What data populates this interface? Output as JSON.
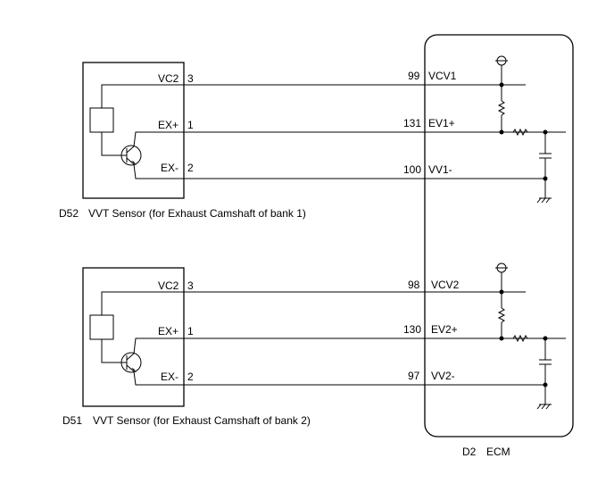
{
  "ecm": {
    "connector": "D2",
    "name": "ECM"
  },
  "sensors": [
    {
      "connector": "D52",
      "title": "VVT Sensor (for Exhaust Camshaft of bank 1)",
      "pins": [
        {
          "label": "VC2",
          "pin": "3",
          "ecm_pin": "99",
          "ecm_label": "VCV1"
        },
        {
          "label": "EX+",
          "pin": "1",
          "ecm_pin": "131",
          "ecm_label": "EV1+"
        },
        {
          "label": "EX-",
          "pin": "2",
          "ecm_pin": "100",
          "ecm_label": "VV1-"
        }
      ]
    },
    {
      "connector": "D51",
      "title": "VVT Sensor (for Exhaust Camshaft of bank 2)",
      "pins": [
        {
          "label": "VC2",
          "pin": "3",
          "ecm_pin": "98",
          "ecm_label": "VCV2"
        },
        {
          "label": "EX+",
          "pin": "1",
          "ecm_pin": "130",
          "ecm_label": "EV2+"
        },
        {
          "label": "EX-",
          "pin": "2",
          "ecm_pin": "97",
          "ecm_label": "VV2-"
        }
      ]
    }
  ]
}
